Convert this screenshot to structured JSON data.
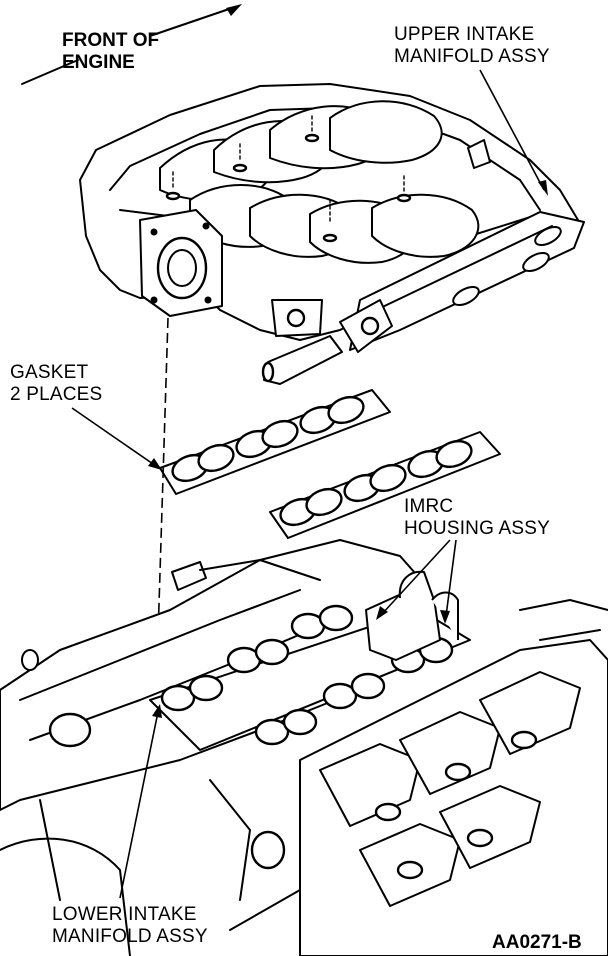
{
  "labels": {
    "front_of_engine": [
      "FRONT OF",
      "ENGINE"
    ],
    "upper_intake": [
      "UPPER INTAKE",
      "MANIFOLD ASSY"
    ],
    "gasket": [
      "GASKET",
      "2 PLACES"
    ],
    "imrc": [
      "IMRC",
      "HOUSING ASSY"
    ],
    "lower_intake": [
      "LOWER INTAKE",
      "MANIFOLD ASSY"
    ],
    "figure_code": "AA0271-B"
  }
}
